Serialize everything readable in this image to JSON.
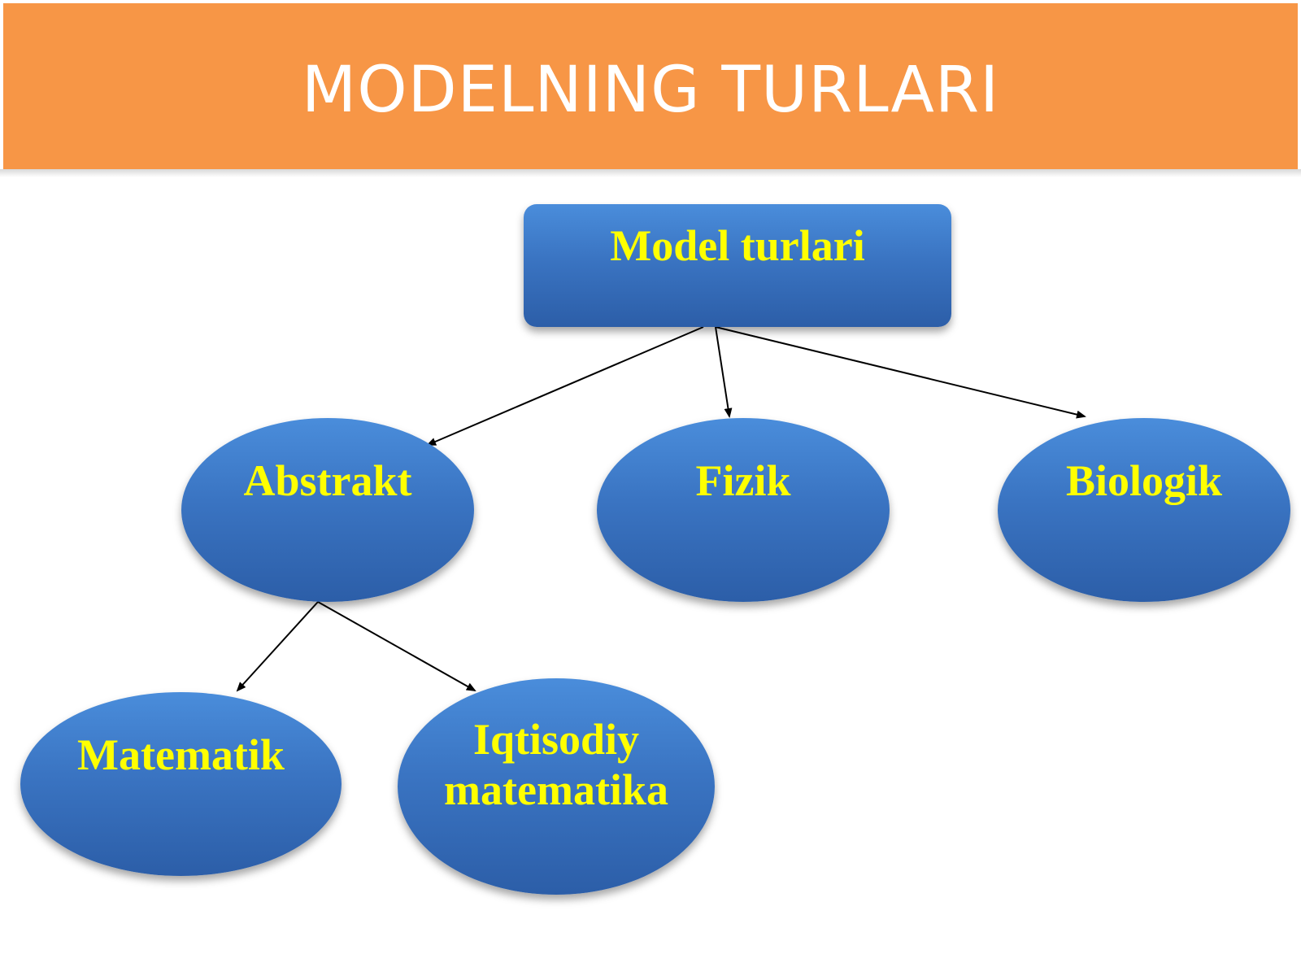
{
  "header": {
    "title": "MODELNING TURLARI"
  },
  "diagram": {
    "root": "Model turlari",
    "level1": [
      "Abstrakt",
      "Fizik",
      "Biologik"
    ],
    "level2": [
      "Matematik",
      "Iqtisodiy matematika"
    ]
  },
  "colors": {
    "header_bg": "#f79646",
    "node_fill": "#3a74c2",
    "node_text": "#ffff00",
    "title_text": "#ffffff"
  }
}
